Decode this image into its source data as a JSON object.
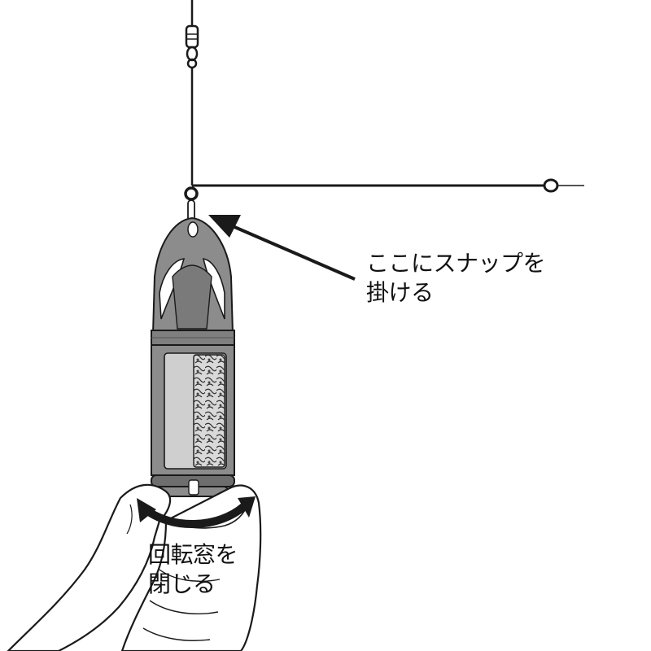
{
  "annotations": {
    "snap": {
      "line1": "ここにスナップを",
      "line2": "掛ける"
    },
    "rotate_window": {
      "line1": "回転窓を",
      "line2": "閉じる"
    }
  },
  "colors": {
    "line": "#1a1a1a",
    "body_gray": "#8c8c8c",
    "body_dark": "#6e6e6e",
    "window_light": "#cfcfcf",
    "arrow": "#1a1a1a"
  }
}
